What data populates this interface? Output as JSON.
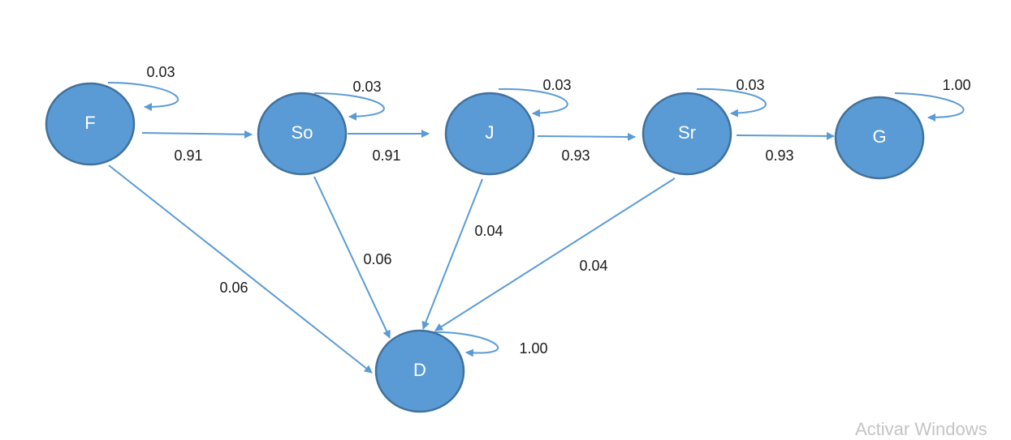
{
  "diagram": {
    "colors": {
      "node_fill": "#5b9bd5",
      "node_stroke": "#41719c",
      "edge": "#5b9bd5",
      "node_text": "#ffffff",
      "label_text": "#1a1a1a"
    },
    "nodes": [
      {
        "id": "F",
        "label": "F"
      },
      {
        "id": "So",
        "label": "So"
      },
      {
        "id": "J",
        "label": "J"
      },
      {
        "id": "Sr",
        "label": "Sr"
      },
      {
        "id": "G",
        "label": "G"
      },
      {
        "id": "D",
        "label": "D"
      }
    ],
    "edges": [
      {
        "from": "F",
        "to": "F",
        "label": "0.03"
      },
      {
        "from": "So",
        "to": "So",
        "label": "0.03"
      },
      {
        "from": "J",
        "to": "J",
        "label": "0.03"
      },
      {
        "from": "Sr",
        "to": "Sr",
        "label": "0.03"
      },
      {
        "from": "G",
        "to": "G",
        "label": "1.00"
      },
      {
        "from": "D",
        "to": "D",
        "label": "1.00"
      },
      {
        "from": "F",
        "to": "So",
        "label": "0.91"
      },
      {
        "from": "So",
        "to": "J",
        "label": "0.91"
      },
      {
        "from": "J",
        "to": "Sr",
        "label": "0.93"
      },
      {
        "from": "Sr",
        "to": "G",
        "label": "0.93"
      },
      {
        "from": "F",
        "to": "D",
        "label": "0.06"
      },
      {
        "from": "So",
        "to": "D",
        "label": "0.06"
      },
      {
        "from": "J",
        "to": "D",
        "label": "0.04"
      },
      {
        "from": "Sr",
        "to": "D",
        "label": "0.04"
      }
    ]
  },
  "watermark": {
    "text": "Activar Windows"
  }
}
